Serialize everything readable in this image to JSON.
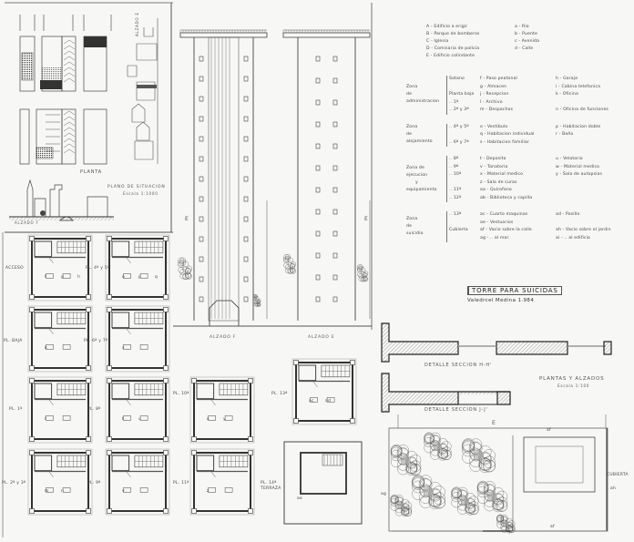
{
  "site_plan": {
    "title": "PLANTA",
    "situation_title": "PLANO DE SITUACION",
    "situation_scale": "Escala 1:1000",
    "elevation_label": "ALZADO F",
    "side_label": "ALZADO E"
  },
  "elevations": {
    "e_label": "ALZADO F",
    "f_label": "ALZADO E",
    "mark_left": "E",
    "mark_right": "E"
  },
  "legend": {
    "site": [
      [
        "A - Edificio a erigir",
        "a - Rio"
      ],
      [
        "B - Parque de bomberos",
        "b - Puente"
      ],
      [
        "C - Iglesia",
        "c - Avenida"
      ],
      [
        "D - Comisaria de policia",
        "d - Calle"
      ],
      [
        "E - Edificio colindante",
        ""
      ]
    ],
    "zones": [
      {
        "name": [
          "Zona",
          "de",
          "administracion"
        ],
        "rows": [
          [
            "Sotano",
            "f - Paso peatonal",
            "h - Garaje"
          ],
          [
            "",
            "g - Almacen",
            "i - Cabina telefonica"
          ],
          [
            "Planta baja",
            "j - Recepcion",
            "k - Oficina"
          ],
          [
            ".. 1ª",
            "l - Archivo",
            ""
          ],
          [
            ".. 2ª y 3ª",
            "m - Despachos",
            "n - Oficina de funciones"
          ]
        ]
      },
      {
        "name": [
          "Zona",
          "de",
          "alojamiento"
        ],
        "rows": [
          [
            ".. 4ª y 5ª",
            "o - Vestibulo",
            "p - Habitacion doble"
          ],
          [
            "",
            "q - Habitacion individual",
            "r - Baño"
          ],
          [
            ".. 6ª y 7ª",
            "s - Habitacion familiar",
            ""
          ]
        ]
      },
      {
        "name": [
          "Zona de",
          "ejecucion",
          "y",
          "equipamiento"
        ],
        "rows": [
          [
            ".. 8ª",
            "t - Deposito",
            "u - Velatorio"
          ],
          [
            ".. 9ª",
            "v - Tanatorio",
            "w - Material medico"
          ],
          [
            ".. 10ª",
            "x - Material medico",
            "y - Sala de autopsias"
          ],
          [
            "",
            "z - Sala de curas",
            ""
          ],
          [
            ".. 11ª",
            "aa - Quirofano",
            ""
          ],
          [
            ".. 12ª",
            "ab - Biblioteca y capilla",
            ""
          ]
        ]
      },
      {
        "name": [
          "Zona",
          "de",
          "suicidio"
        ],
        "rows": [
          [
            ".. 13ª",
            "ac - Cuarto maquinas",
            "ad - Pasillo"
          ],
          [
            "",
            "ae - Vestuarios",
            ""
          ],
          [
            "Cubierta",
            "af - Vacio sobre la calle",
            "ah - Vacio sobre el jardin"
          ],
          [
            "",
            "ag - ..  al mar",
            "ai - ..  al edificio"
          ]
        ]
      }
    ]
  },
  "title_block": {
    "title": "TORRE PARA SUICIDAS",
    "author_date": "Valedrcel Medina     1.984"
  },
  "details": {
    "section_h": "DETALLE SECCION H-H'",
    "section_j": "DETALLE SECCION J-J'",
    "plans_title": "PLANTAS Y ALZADOS",
    "plans_scale": "Escala 1:100"
  },
  "floor_plans": [
    {
      "label": "ACCESO",
      "rooms": [
        "f",
        "g",
        "h"
      ]
    },
    {
      "label": "PL. 4ª y 5ª",
      "rooms": [
        "o",
        "p",
        "q"
      ]
    },
    {
      "label": "PL. BAJA",
      "rooms": [
        "k"
      ]
    },
    {
      "label": "PL. 6ª y 7ª",
      "rooms": [
        "s"
      ]
    },
    {
      "label": "PL. 1ª",
      "rooms": [
        "l"
      ]
    },
    {
      "label": "PL. 8ª",
      "rooms": [
        "t",
        "u"
      ]
    },
    {
      "label": "PL. 10ª",
      "rooms": [
        "x",
        "y"
      ]
    },
    {
      "label": "PL. 2ª y 3ª",
      "rooms": [
        "m",
        "n"
      ]
    },
    {
      "label": "PL. 9ª",
      "rooms": [
        "v"
      ]
    },
    {
      "label": "PL. 11ª",
      "rooms": [
        "z"
      ]
    },
    {
      "label": "PL. 13ª",
      "rooms": [
        "ac",
        "ad"
      ]
    },
    {
      "label": "PL. 14ª TERRAZA",
      "rooms": [
        "ae"
      ]
    }
  ],
  "garden": {
    "mark_top": "E",
    "top": "af",
    "left": "ag",
    "bottom": "af",
    "right": "ah",
    "roof": "CUBIERTA"
  }
}
